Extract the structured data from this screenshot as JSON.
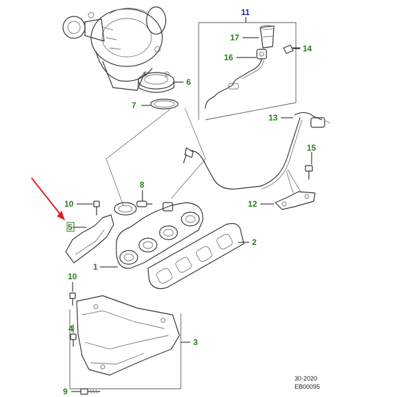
{
  "callouts": {
    "c1": "1",
    "c2": "2",
    "c3": "3",
    "c4": "4",
    "c5": "5",
    "c6": "6",
    "c7": "7",
    "c8": "8",
    "c9": "9",
    "c10a": "10",
    "c10b": "10",
    "c11": "11",
    "c12": "12",
    "c13": "13",
    "c14": "14",
    "c15": "15",
    "c16": "16",
    "c17": "17"
  },
  "reference": {
    "section": "30-2020",
    "drawing_id": "EB00095"
  },
  "colors": {
    "callout_green": "#2a7a1e",
    "callout_blue": "#1a2a8c",
    "highlight_arrow": "#e02020",
    "line_art": "#333333"
  }
}
